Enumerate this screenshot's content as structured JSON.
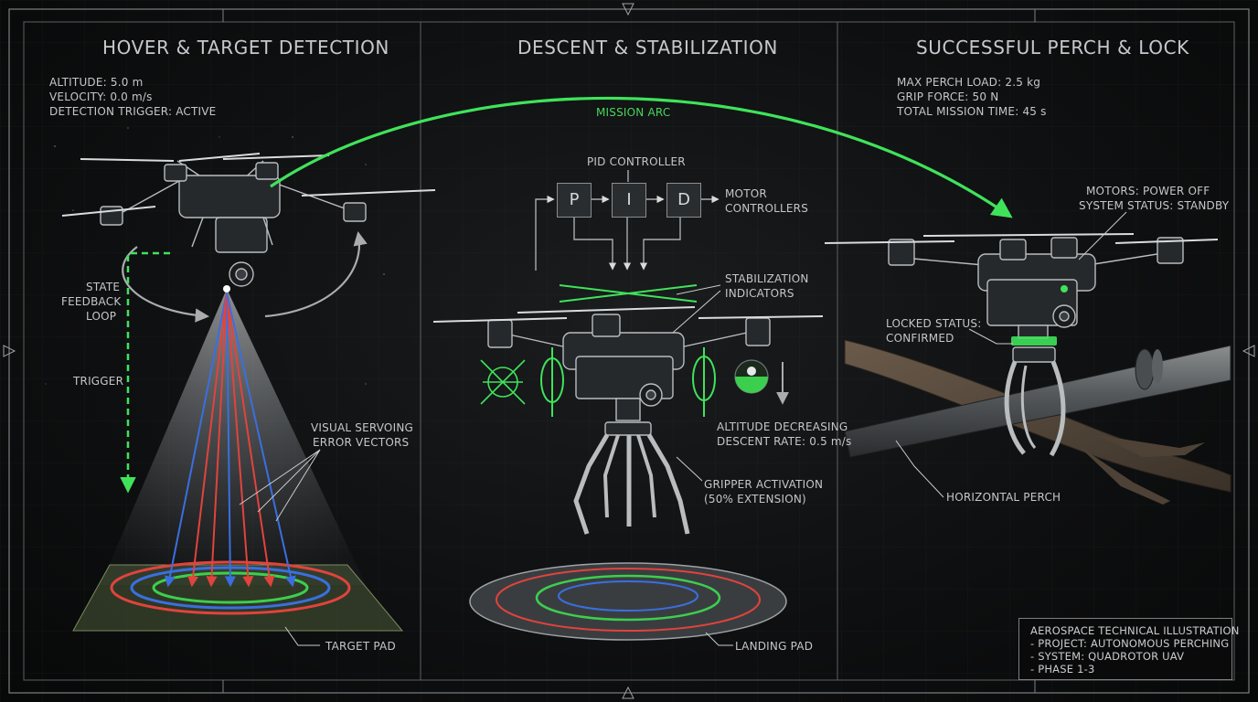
{
  "panels": [
    {
      "title": "HOVER & TARGET DETECTION",
      "stats": [
        "ALTITUDE: 5.0 m",
        "VELOCITY: 0.0 m/s",
        "DETECTION TRIGGER: ACTIVE"
      ],
      "labels": {
        "state_feedback": [
          "STATE",
          "FEEDBACK",
          "LOOP"
        ],
        "trigger": "TRIGGER",
        "error_vectors": [
          "VISUAL SERVOING",
          "ERROR VECTORS"
        ],
        "target_pad": "TARGET PAD"
      }
    },
    {
      "title": "DESCENT & STABILIZATION",
      "labels": {
        "pid_controller": "PID CONTROLLER",
        "pid_blocks": [
          "P",
          "I",
          "D"
        ],
        "motor_controllers": [
          "MOTOR",
          "CONTROLLERS"
        ],
        "stabilization": [
          "STABILIZATION",
          "INDICATORS"
        ],
        "altitude": [
          "ALTITUDE DECREASING",
          "DESCENT RATE: 0.5 m/s"
        ],
        "gripper": [
          "GRIPPER ACTIVATION",
          "(50% EXTENSION)"
        ],
        "landing_pad": "LANDING PAD"
      }
    },
    {
      "title": "SUCCESSFUL PERCH & LOCK",
      "stats": [
        "MAX PERCH LOAD: 2.5 kg",
        "GRIP FORCE: 50 N",
        "TOTAL MISSION TIME: 45 s"
      ],
      "labels": {
        "motors": [
          "MOTORS: POWER OFF",
          "SYSTEM STATUS: STANDBY"
        ],
        "locked": [
          "LOCKED STATUS:",
          "CONFIRMED"
        ],
        "perch": "HORIZONTAL PERCH"
      }
    }
  ],
  "mission_arc": "MISSION ARC",
  "legend": [
    "AEROSPACE TECHNICAL ILLUSTRATION",
    "- PROJECT: AUTONOMOUS PERCHING",
    "- SYSTEM: QUADROTOR UAV",
    "- PHASE 1-3"
  ],
  "colors": {
    "accent_green": "#3fe35a",
    "error_red": "#e2433d",
    "error_blue": "#3a6fe0",
    "pad_green": "#3ccf4e",
    "frame": "#8a8e91"
  }
}
